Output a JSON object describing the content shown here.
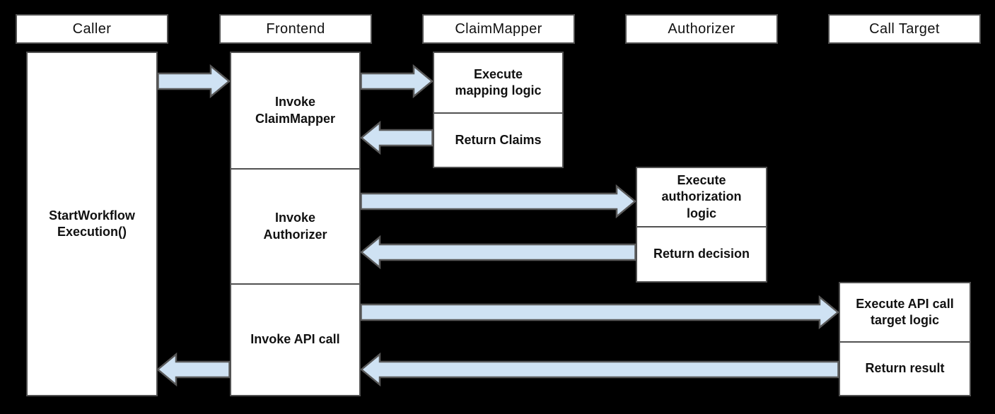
{
  "colors": {
    "background": "#000000",
    "box_fill": "#ffffff",
    "box_border": "#515151",
    "arrow_fill": "#cfe2f3",
    "arrow_stroke": "#595959",
    "text": "#111111"
  },
  "lifelines": [
    {
      "label": "Caller"
    },
    {
      "label": "Frontend"
    },
    {
      "label": "ClaimMapper"
    },
    {
      "label": "Authorizer"
    },
    {
      "label": "Call Target"
    }
  ],
  "caller": {
    "activation_label": "StartWorkflow\nExecution()"
  },
  "frontend": {
    "steps": [
      "Invoke\nClaimMapper",
      "Invoke\nAuthorizer",
      "Invoke API call"
    ]
  },
  "claim_mapper": {
    "steps": [
      "Execute\nmapping logic",
      "Return Claims"
    ]
  },
  "authorizer": {
    "steps": [
      "Execute\nauthorization\nlogic",
      "Return decision"
    ]
  },
  "call_target": {
    "steps": [
      "Execute API call\ntarget logic",
      "Return result"
    ]
  },
  "arrows": [
    {
      "name": "caller-to-frontend",
      "direction": "right"
    },
    {
      "name": "frontend-to-claimmapper",
      "direction": "right"
    },
    {
      "name": "claimmapper-to-frontend",
      "direction": "left"
    },
    {
      "name": "frontend-to-authorizer",
      "direction": "right"
    },
    {
      "name": "authorizer-to-frontend",
      "direction": "left"
    },
    {
      "name": "frontend-to-calltarget",
      "direction": "right"
    },
    {
      "name": "calltarget-to-frontend",
      "direction": "left"
    },
    {
      "name": "frontend-to-caller",
      "direction": "left"
    }
  ]
}
